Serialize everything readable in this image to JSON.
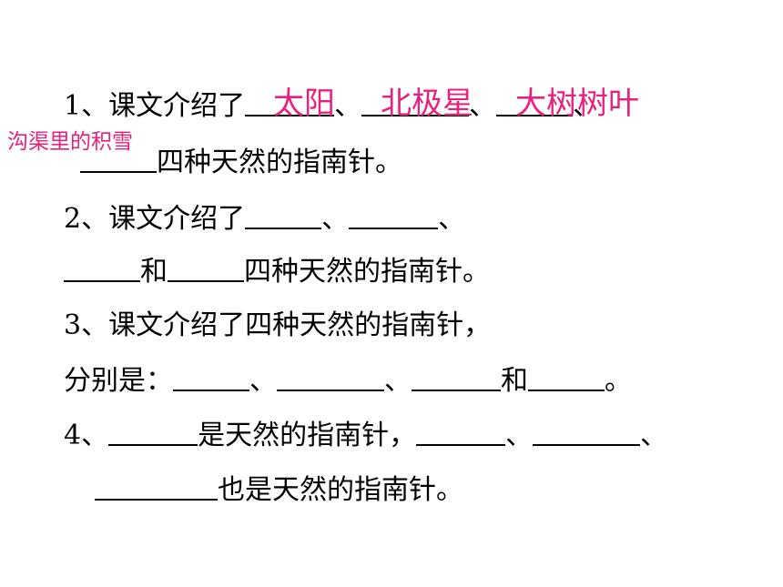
{
  "questions": {
    "q1": {
      "prefix": "1、课文介绍了",
      "sep1": "、",
      "sep2": "、",
      "sep3": "、",
      "suffix": "四种天然的指南针。"
    },
    "q2": {
      "prefix": "2、课文介绍了",
      "sep1": "、",
      "sep2": "、",
      "and": "和",
      "suffix": "四种天然的指南针。"
    },
    "q3": {
      "line1": "3、课文介绍了四种天然的指南针，",
      "prefix": "分别是：",
      "sep1": "、",
      "sep2": "、",
      "and": "和",
      "end": "。"
    },
    "q4": {
      "prefix": "4、",
      "middle": "是天然的指南针，",
      "sep1": "、",
      "sep2": "、",
      "suffix": "也是天然的指南针。"
    }
  },
  "answers": {
    "a1": "太阳",
    "a2": "北极星",
    "a3": "大树树叶",
    "a4": "沟渠里的积雪"
  },
  "colors": {
    "text": "#000000",
    "answer": "#e8217c"
  }
}
